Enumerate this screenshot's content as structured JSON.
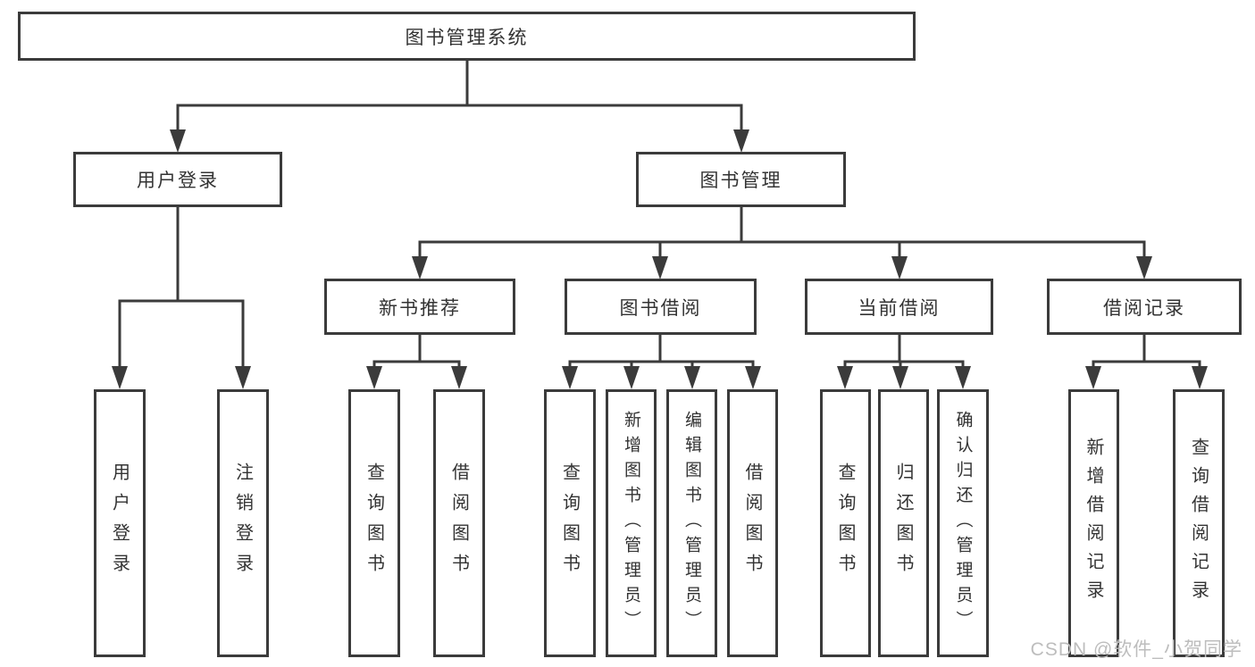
{
  "diagram": {
    "root": {
      "label": "图书管理系统"
    },
    "branches": [
      {
        "label": "用户登录",
        "children": [
          {
            "label": "用户登录"
          },
          {
            "label": "注销登录"
          }
        ]
      },
      {
        "label": "图书管理",
        "children": [
          {
            "label": "新书推荐",
            "children": [
              {
                "label": "查询图书"
              },
              {
                "label": "借阅图书"
              }
            ]
          },
          {
            "label": "图书借阅",
            "children": [
              {
                "label": "查询图书"
              },
              {
                "label": "新增图书（管理员）"
              },
              {
                "label": "编辑图书（管理员）"
              },
              {
                "label": "借阅图书"
              }
            ]
          },
          {
            "label": "当前借阅",
            "children": [
              {
                "label": "查询图书"
              },
              {
                "label": "归还图书"
              },
              {
                "label": "确认归还（管理员）"
              }
            ]
          },
          {
            "label": "借阅记录",
            "children": [
              {
                "label": "新增借阅记录"
              },
              {
                "label": "查询借阅记录"
              }
            ]
          }
        ]
      }
    ]
  },
  "watermark": {
    "text": "CSDN @软件_小贺同学"
  },
  "colors": {
    "line": "#3b3b3b",
    "box_border": "#3b3b3b",
    "box_fill": "#ffffff",
    "text": "#333333",
    "watermark": "#bdbdbd",
    "background": "#ffffff"
  }
}
